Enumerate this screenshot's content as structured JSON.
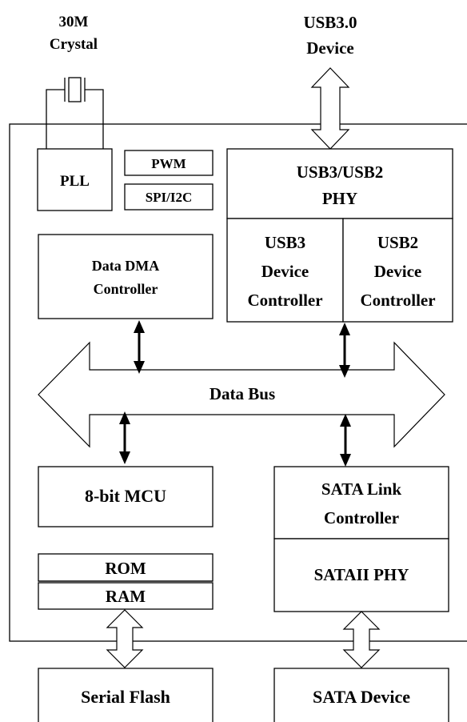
{
  "crystal": {
    "line1": "30M",
    "line2": "Crystal"
  },
  "usb_device": {
    "line1": "USB3.0",
    "line2": "Device"
  },
  "pll": "PLL",
  "pwm": "PWM",
  "spi_i2c": "SPI/I2C",
  "usb_phy": {
    "line1": "USB3/USB2",
    "line2": "PHY"
  },
  "usb3_controller": {
    "line1": "USB3",
    "line2": "Device",
    "line3": "Controller"
  },
  "usb2_controller": {
    "line1": "USB2",
    "line2": "Device",
    "line3": "Controller"
  },
  "dma": {
    "line1": "Data DMA",
    "line2": "Controller"
  },
  "data_bus": "Data Bus",
  "mcu": "8-bit MCU",
  "sata_link": {
    "line1": "SATA Link",
    "line2": "Controller"
  },
  "sata_phy": "SATAII PHY",
  "rom": "ROM",
  "ram": "RAM",
  "serial_flash": "Serial Flash",
  "sata_device": "SATA Device"
}
